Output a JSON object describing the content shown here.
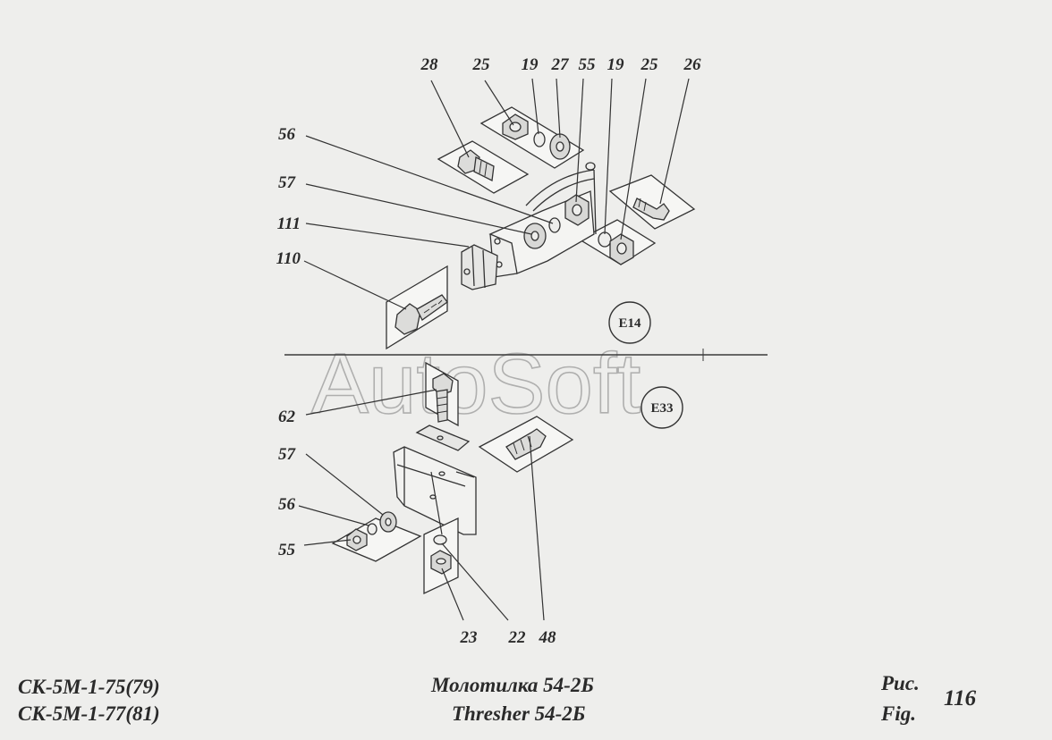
{
  "callouts": {
    "top": [
      "28",
      "25",
      "19",
      "27",
      "55",
      "19",
      "25",
      "26"
    ],
    "left_upper": [
      "56",
      "57",
      "111",
      "110"
    ],
    "left_lower": [
      "62",
      "57",
      "56",
      "55"
    ],
    "bottom": [
      "23",
      "22",
      "48"
    ]
  },
  "zones": [
    "E14",
    "E33"
  ],
  "watermark": "AutoSoft",
  "footer": {
    "model_line_1": "СК-5М-1-75(79)",
    "model_line_2": "СК-5М-1-77(81)",
    "title_ru": "Молотилка  54-2Б",
    "title_en": "Thresher  54-2Б",
    "fig_label_ru": "Рис.",
    "fig_label_en": "Fig.",
    "fig_number": "116"
  }
}
